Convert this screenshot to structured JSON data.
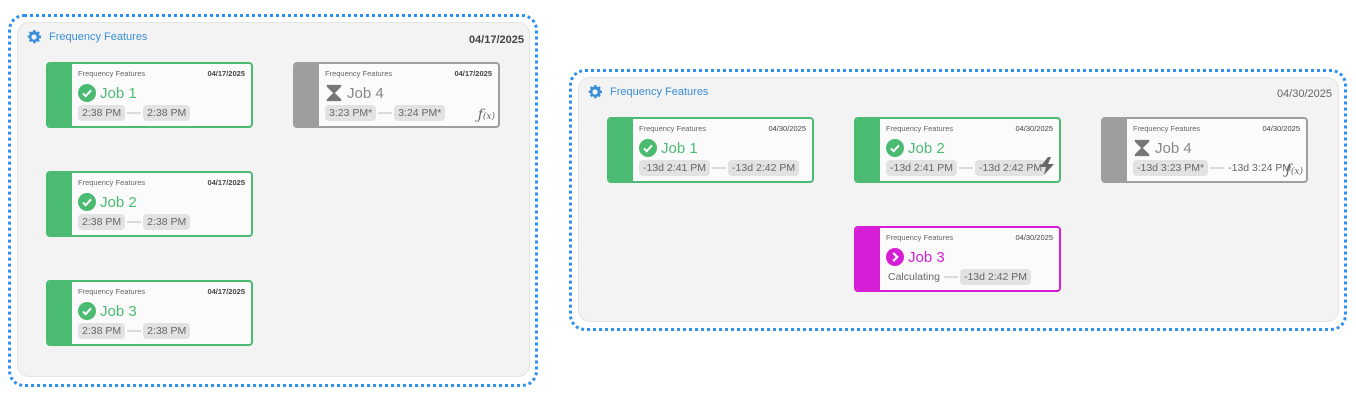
{
  "groups": [
    {
      "title": "Frequency Features",
      "date": "04/17/2025",
      "cards": [
        {
          "header": "Frequency Features",
          "date": "04/17/2025",
          "title": "Job 1",
          "status": "success",
          "start": "2:38 PM",
          "end": "2:38 PM"
        },
        {
          "header": "Frequency Features",
          "date": "04/17/2025",
          "title": "Job 2",
          "status": "success",
          "start": "2:38 PM",
          "end": "2:38 PM"
        },
        {
          "header": "Frequency Features",
          "date": "04/17/2025",
          "title": "Job 3",
          "status": "success",
          "start": "2:38 PM",
          "end": "2:38 PM"
        },
        {
          "header": "Frequency Features",
          "date": "04/17/2025",
          "title": "Job 4",
          "status": "waiting",
          "start": "3:23 PM*",
          "end": "3:24 PM*",
          "badge": "fx"
        }
      ]
    },
    {
      "title": "Frequency Features",
      "date": "04/30/2025",
      "cards": [
        {
          "header": "Frequency Features",
          "date": "04/30/2025",
          "title": "Job 1",
          "status": "success",
          "start": "-13d 2:41 PM",
          "end": "-13d 2:42 PM"
        },
        {
          "header": "Frequency Features",
          "date": "04/30/2025",
          "title": "Job 2",
          "status": "success",
          "start": "-13d 2:41 PM",
          "end": "-13d 2:42 PM",
          "badge": "bolt"
        },
        {
          "header": "Frequency Features",
          "date": "04/30/2025",
          "title": "Job 4",
          "status": "waiting",
          "start": "-13d 3:23 PM*",
          "end": "-13d 3:24 PM",
          "badge": "fx"
        },
        {
          "header": "Frequency Features",
          "date": "04/30/2025",
          "title": "Job 3",
          "status": "running",
          "start": "Calculating",
          "end": "-13d 2:42 PM"
        }
      ]
    }
  ],
  "icons": {
    "group": "gear-icon",
    "success": "check-circle-icon",
    "waiting": "hourglass-icon",
    "running": "chevron-circle-icon",
    "fx": "function-icon",
    "bolt": "lightning-icon"
  },
  "colors": {
    "success": "#4cbb72",
    "waiting": "#9e9e9e",
    "running": "#d61ed6",
    "group_border": "#2d8ff0",
    "group_title": "#3a8fd8"
  }
}
